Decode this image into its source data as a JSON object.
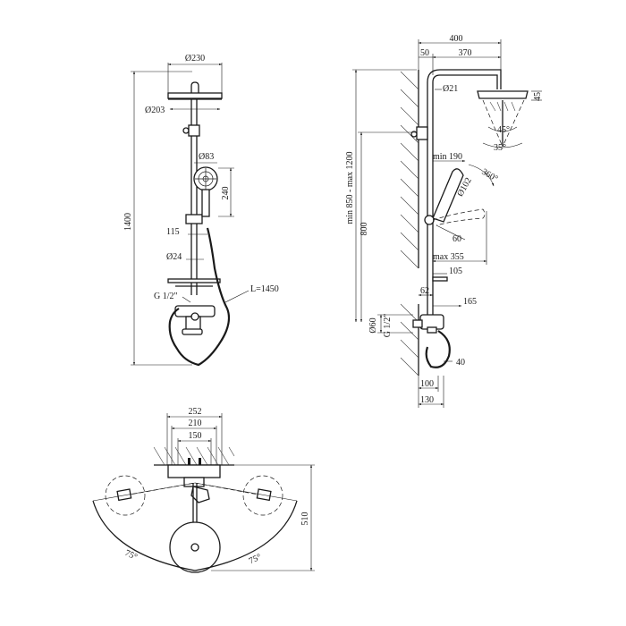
{
  "front_view": {
    "head_diameter": "Ø230",
    "inner_diameter": "Ø203",
    "handshower_diameter": "Ø83",
    "handshower_length": "240",
    "total_height": "1400",
    "holder_offset": "115",
    "bar_diameter": "Ø24",
    "thread": "G 1/2\"",
    "hose_length": "L=1450"
  },
  "side_view": {
    "arm_total": "400",
    "arm_wall": "50",
    "arm_reach": "370",
    "arm_diameter": "Ø21",
    "head_thickness": "45",
    "spray_angle_1": "45°",
    "spray_angle_2": "35°",
    "height_range": "min 850 - max 1200",
    "rotation": "360°",
    "min_190": "min 190",
    "handshower_diameter": "Ø102",
    "holder_height": "800",
    "holder_angle": "60",
    "max_355": "max 355",
    "shelf": "105",
    "wall_62": "62",
    "mixer_165": "165",
    "connect_diameter": "Ø60",
    "thread": "G 1/2\"",
    "dim_40": "40",
    "dim_100": "100",
    "dim_130": "130"
  },
  "top_view": {
    "width_252": "252",
    "width_210": "210",
    "width_150": "150",
    "depth_510": "510",
    "angle_left": "75°",
    "angle_right": "75°"
  }
}
